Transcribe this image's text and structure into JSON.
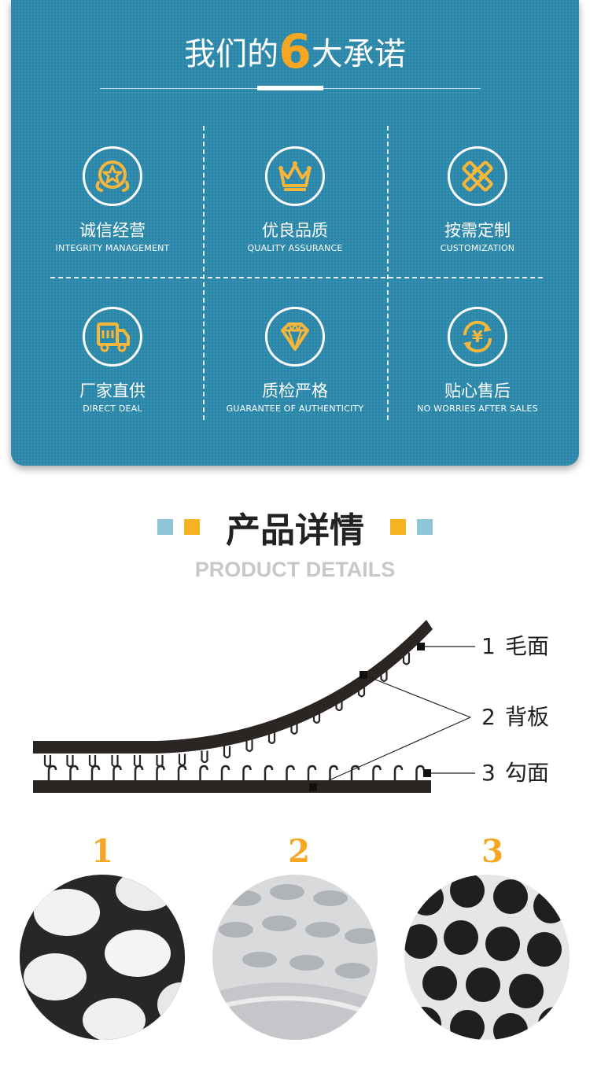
{
  "promise": {
    "title_pre": "我们的",
    "title_num": "6",
    "title_post": "大承诺",
    "items": [
      {
        "cn": "诚信经营",
        "en": "INTEGRITY MANAGEMENT",
        "icon": "star-badge-icon"
      },
      {
        "cn": "优良品质",
        "en": "QUALITY ASSURANCE",
        "icon": "crown-icon"
      },
      {
        "cn": "按需定制",
        "en": "CUSTOMIZATION",
        "icon": "pencil-ruler-icon"
      },
      {
        "cn": "厂家直供",
        "en": "DIRECT DEAL",
        "icon": "truck-icon"
      },
      {
        "cn": "质检严格",
        "en": "GUARANTEE OF AUTHENTICITY",
        "icon": "diamond-icon"
      },
      {
        "cn": "贴心售后",
        "en": "NO WORRIES AFTER SALES",
        "icon": "yen-cycle-icon"
      }
    ],
    "colors": {
      "background": "#2a87a9",
      "accent": "#f5a623",
      "icon_fill": "#f5b63c"
    }
  },
  "details": {
    "title_cn": "产品详情",
    "title_en": "PRODUCT DETAILS",
    "square_colors": [
      "#8fc5d9",
      "#f5b321"
    ]
  },
  "diagram": {
    "labels": [
      {
        "num": "1",
        "text": "毛面"
      },
      {
        "num": "2",
        "text": "背板"
      },
      {
        "num": "3",
        "text": "勾面"
      }
    ]
  },
  "photos": [
    {
      "num": "1",
      "subject": "white loop dots on clear backing"
    },
    {
      "num": "2",
      "subject": "clear transparent backing"
    },
    {
      "num": "3",
      "subject": "black hook dots on clear backing"
    }
  ]
}
